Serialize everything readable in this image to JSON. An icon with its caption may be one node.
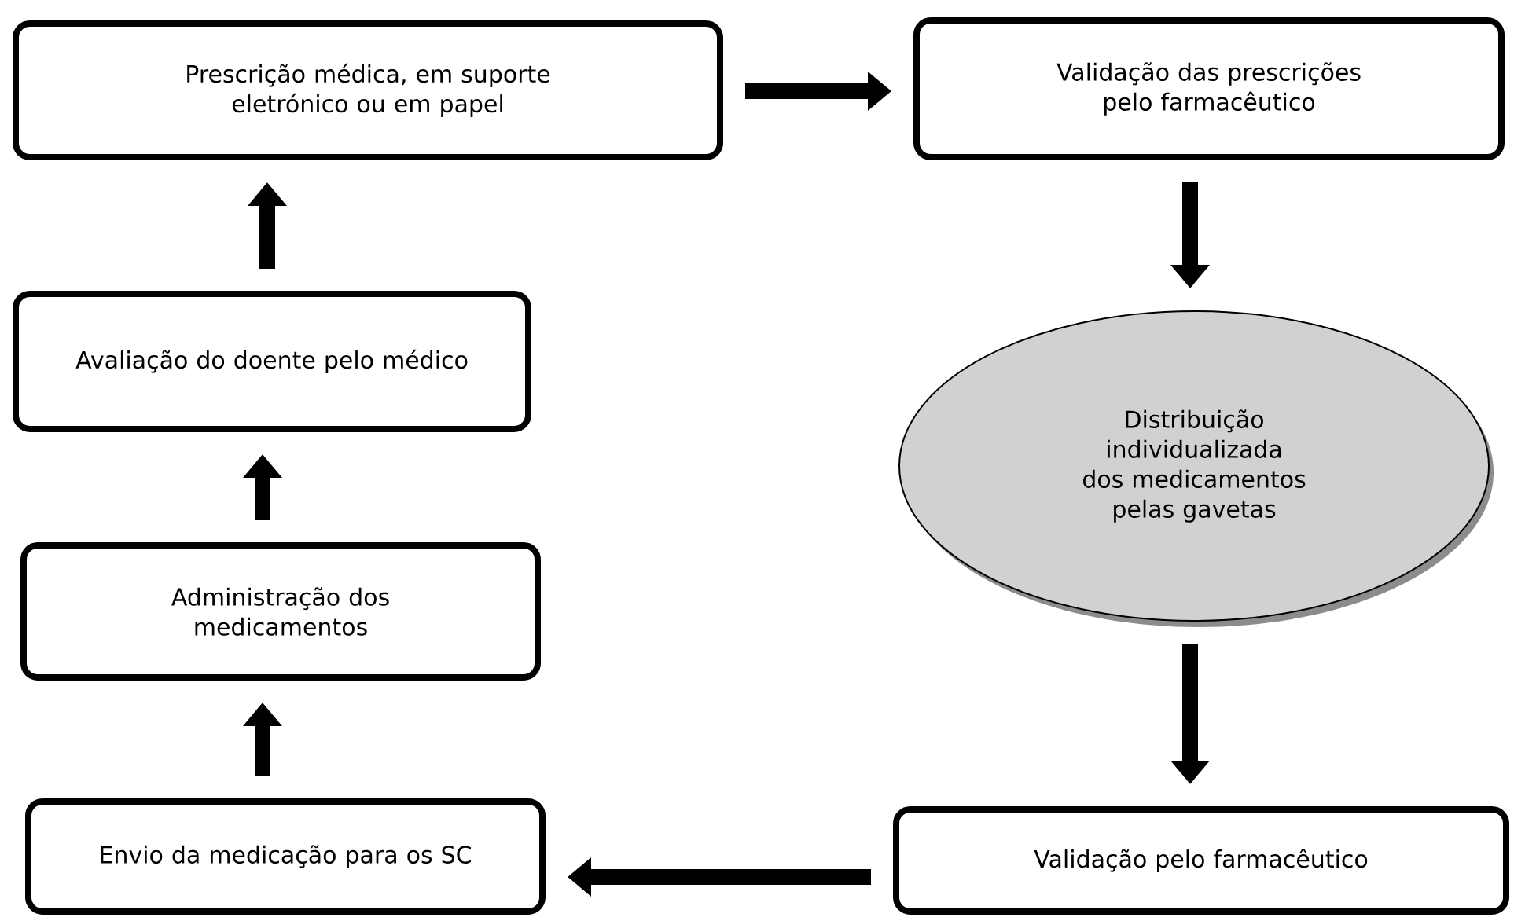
{
  "diagram": {
    "nodes": [
      {
        "text": [
          "Prescrição médica, em suporte eletrónico ou em papel"
        ]
      },
      {
        "text": [
          "Validação das prescrições pelo farmacêutico"
        ]
      },
      {
        "text": [
          "Distribuição individualizada dos medicamentos pelas gavetas"
        ]
      },
      {
        "text": [
          "Validação pelo farmacêutico"
        ]
      },
      {
        "text": [
          "Envio da medicação para os SC"
        ]
      },
      {
        "text": [
          "Administração dos medicamentos"
        ]
      },
      {
        "text": [
          "Avaliação do doente pelo médico"
        ]
      }
    ],
    "edges": [
      {
        "from": 0,
        "to": 1,
        "arrow": "to"
      },
      {
        "from": 1,
        "to": 2,
        "arrow": "to"
      },
      {
        "from": 2,
        "to": 3,
        "arrow": "to"
      },
      {
        "from": 3,
        "to": 4,
        "arrow": "to"
      },
      {
        "from": 4,
        "to": 5,
        "arrow": "to"
      },
      {
        "from": 5,
        "to": 6,
        "arrow": "to"
      },
      {
        "from": 6,
        "to": 0,
        "arrow": "to"
      }
    ]
  }
}
